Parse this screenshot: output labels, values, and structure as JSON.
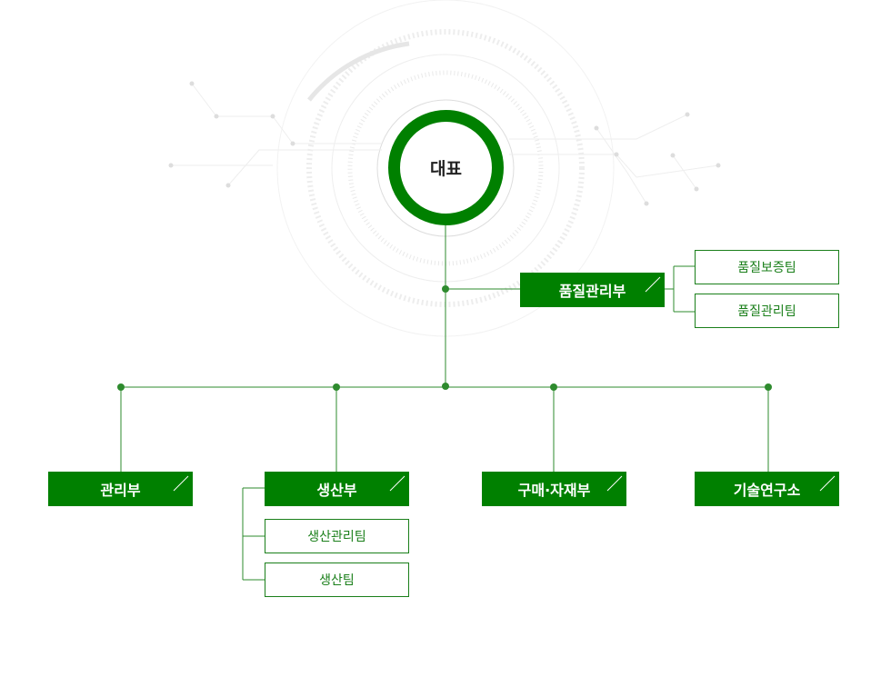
{
  "org": {
    "ceo": "대표",
    "quality": {
      "name": "품질관리부",
      "teams": [
        "품질보증팀",
        "품질관리팀"
      ]
    },
    "departments": [
      {
        "name": "관리부",
        "teams": []
      },
      {
        "name": "생산부",
        "teams": [
          "생산관리팀",
          "생산팀"
        ]
      },
      {
        "name": "구매·자재부",
        "teams": []
      },
      {
        "name": "기술연구소",
        "teams": []
      }
    ]
  },
  "colors": {
    "primary": "#008000",
    "line": "#2e8b2e",
    "team_text": "#1a7f1a"
  }
}
